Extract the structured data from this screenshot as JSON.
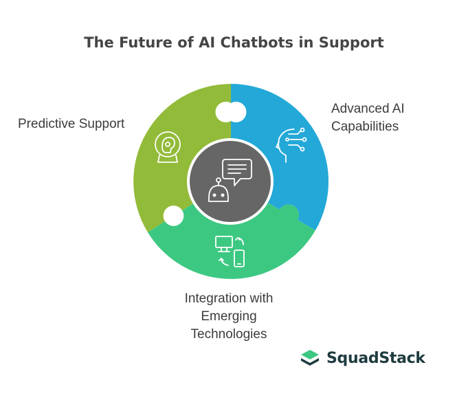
{
  "title": "The Future of AI Chatbots in Support",
  "segments": {
    "predictive": {
      "label": "Predictive Support",
      "color": "#93bb3a",
      "icon": "ai-head-scan-icon"
    },
    "advanced": {
      "label_lines": [
        "Advanced AI",
        "Capabilities"
      ],
      "color": "#23a8d8",
      "icon": "ai-brain-circuit-icon"
    },
    "integration": {
      "label_lines": [
        "Integration with",
        "Emerging",
        "Technologies"
      ],
      "color": "#3dc882",
      "icon": "devices-sync-icon"
    },
    "center": {
      "color": "#666666",
      "icon": "chatbot-icon"
    }
  },
  "brand": {
    "name": "SquadStack",
    "logo_colors": [
      "#3dc882",
      "#1f3b40"
    ]
  }
}
